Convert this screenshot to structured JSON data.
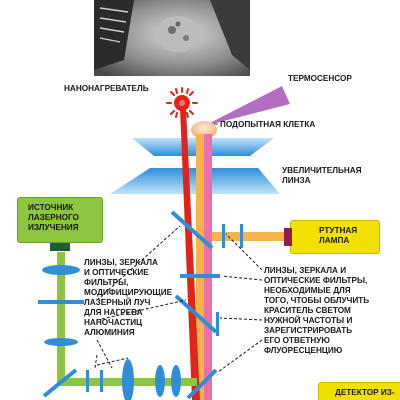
{
  "colors": {
    "laser_green": "#8cc63f",
    "laser_source_fill": "#8cc63f",
    "lamp_fill": "#f2e100",
    "lamp_line": "#f5b34a",
    "fluorescence_pink": "#ec6fa9",
    "heating_red": "#e2231a",
    "sensor_violet": "#b26fc1",
    "lens_blue": "#2f8ed8",
    "cell": "#f4c7a0"
  },
  "labels": {
    "nanoheater": "НАНОНАГРЕВАТЕЛЬ",
    "thermosensor": "ТЕРМОСЕНСОР",
    "target_cell": "ПОДОПЫТНАЯ КЛЕТКА",
    "magnifying_lens": [
      "УВЕЛИЧИТЕЛЬНАЯ",
      "ЛИНЗА"
    ],
    "laser_source": [
      "ИСТОЧНИК",
      "ЛАЗЕРНОГО",
      "ИЗЛУЧЕНИЯ"
    ],
    "mercury_lamp": [
      "РТУТНАЯ",
      "ЛАМПА"
    ],
    "laser_optics": [
      "ЛИНЗЫ, ЗЕРКАЛА",
      "И ОПТИЧЕСКИЕ",
      "ФИЛЬТРЫ,",
      "МОДИФИЦИРУЮЩИЕ",
      "ЛАЗЕРНЫЙ ЛУЧ",
      "ДЛЯ НАГРЕВА",
      "НАНОЧАСТИЦ",
      "АЛЮМИНИЯ"
    ],
    "lamp_optics": [
      "ЛИНЗЫ, ЗЕРКАЛА И",
      "ОПТИЧЕСКИЕ ФИЛЬТРЫ,",
      "НЕОБХОДИМЫЕ ДЛЯ",
      "ТОГО, ЧТОБЫ ОБЛУЧИТЬ",
      "КРАСИТЕЛЬ СВЕТОМ",
      "НУЖНОЙ ЧАСТОТЫ И",
      "ЗАРЕГИСТРИРОВАТЬ",
      "ЕГО ОТВЕТНУЮ",
      "ФЛУОРЕСЦЕНЦИЮ"
    ],
    "detector": "ДЕТЕКТОР ИЗ-"
  }
}
